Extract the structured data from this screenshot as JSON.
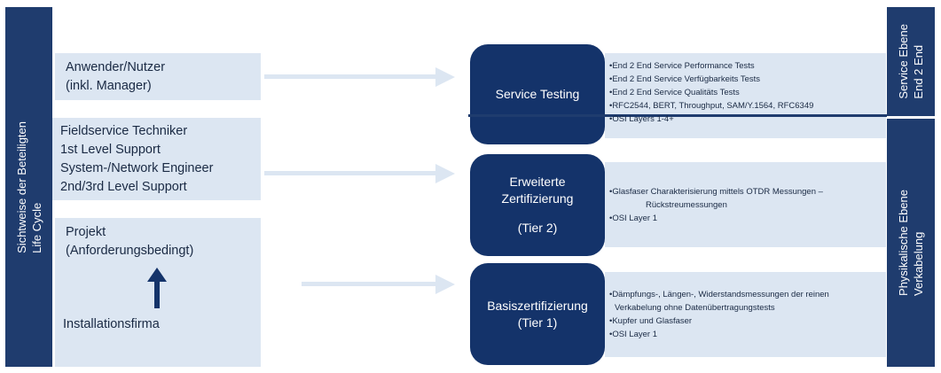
{
  "left_bar": {
    "line1": "Sichtweise der Beteiligten",
    "line2": "Life Cycle"
  },
  "left_boxes": {
    "user": [
      "Anwender/Nutzer",
      "(inkl. Manager)"
    ],
    "service": [
      "Fieldservice Techniker",
      "1st Level Support",
      "System-/Network Engineer",
      "2nd/3rd Level Support"
    ],
    "project": {
      "top": [
        "Projekt",
        "(Anforderungsbedingt)"
      ],
      "bottom": "Installationsfirma"
    }
  },
  "pills": {
    "service_testing": "Service Testing",
    "tier2": [
      "Erweiterte",
      "Zertifizierung",
      "(Tier 2)"
    ],
    "tier1": [
      "Basiszertifizierung",
      "(Tier 1)"
    ]
  },
  "bullets": {
    "service": [
      "•End 2 End Service Performance Tests",
      "•End 2 End Service Verfügbarkeits Tests",
      "•End 2 End Service Qualitäts Tests",
      "•RFC2544, BERT, Throughput, SAM/Y.1564, RFC6349",
      "•OSI Layers 1-4+"
    ],
    "tier2": [
      "•Glasfaser Charakterisierung mittels OTDR Messungen –",
      "Rückstreumessungen",
      "•OSI Layer 1"
    ],
    "tier1": [
      "•Dämpfungs-, Längen-, Widerstandsmessungen der reinen",
      "Verkabelung ohne Datenübertragungstests",
      "•Kupfer und Glasfaser",
      "•OSI Layer 1"
    ]
  },
  "right_bar": {
    "top": [
      "Service Ebene",
      "End 2 End"
    ],
    "bottom": [
      "Physikalische Ebene",
      "Verkabelung"
    ]
  },
  "colors": {
    "navy": "#1f3c6e",
    "pill": "#14336a",
    "light": "#dce6f2"
  },
  "icons": {
    "up_arrow": "arrow-up-icon",
    "right_arrow": "arrow-right-icon"
  }
}
